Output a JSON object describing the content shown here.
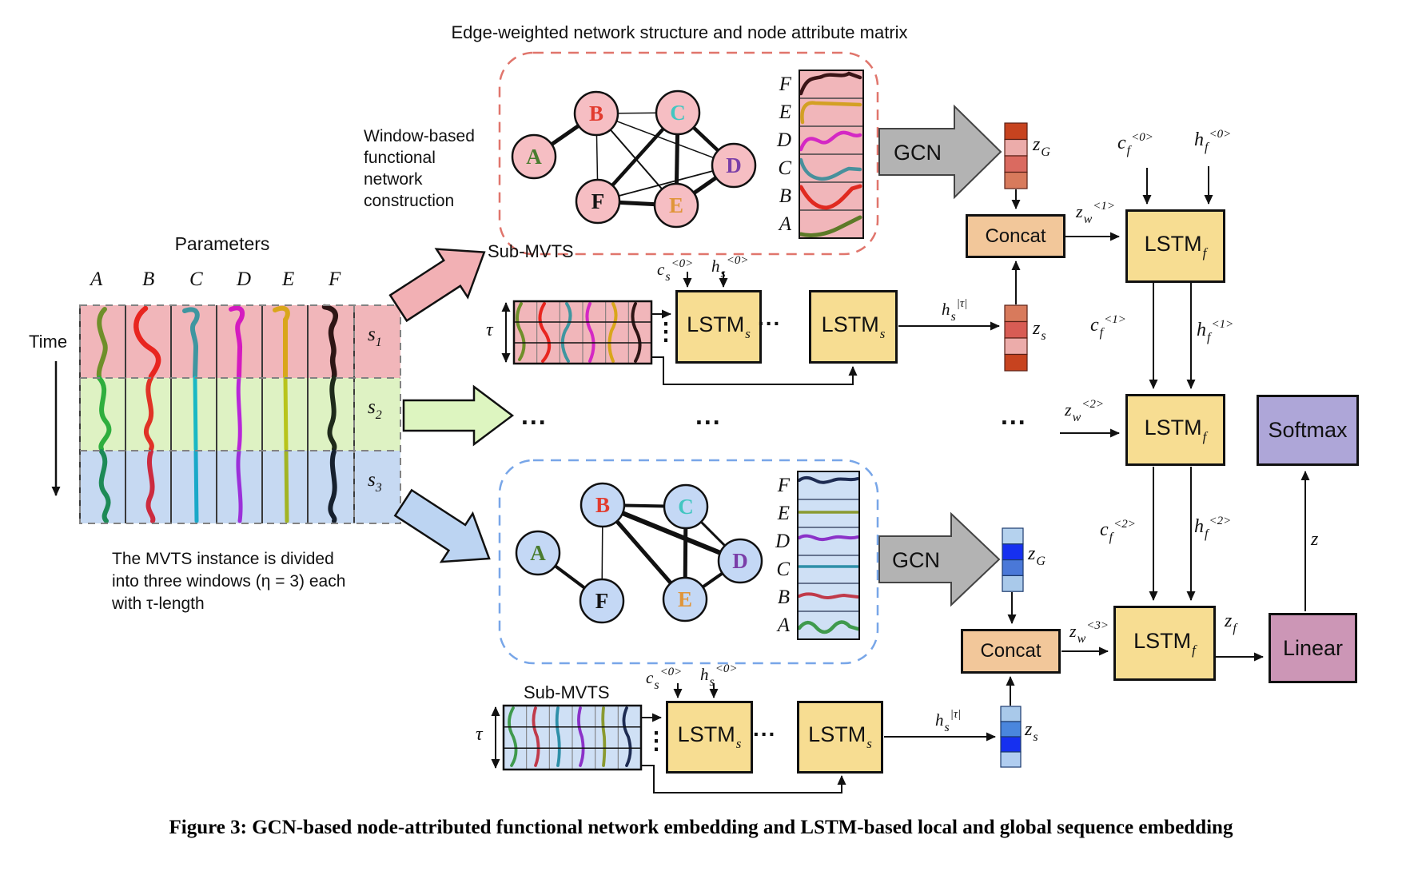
{
  "figure": {
    "caption": "Figure 3: GCN-based node-attributed functional network embedding and LSTM-based local and global sequence embedding"
  },
  "headings": {
    "top_title": "Edge-weighted network structure and node attribute matrix",
    "window_lines": [
      "Window-based",
      "functional",
      "network",
      "construction"
    ],
    "parameters": "Parameters",
    "time": "Time",
    "note_lines": [
      "The MVTS instance is divided",
      "into three windows (η = 3) each",
      "with τ-length"
    ],
    "sub_mvts": "Sub-MVTS",
    "tau": "τ"
  },
  "columns": [
    "A",
    "B",
    "C",
    "D",
    "E",
    "F"
  ],
  "windows": [
    {
      "base": "s",
      "sub": "1"
    },
    {
      "base": "s",
      "sub": "2"
    },
    {
      "base": "s",
      "sub": "3"
    }
  ],
  "nodes": [
    {
      "letter": "A",
      "color": "#4a7c2f"
    },
    {
      "letter": "B",
      "color": "#e23b2e"
    },
    {
      "letter": "C",
      "color": "#43c6c1"
    },
    {
      "letter": "D",
      "color": "#7a3ea8"
    },
    {
      "letter": "E",
      "color": "#e09539"
    },
    {
      "letter": "F",
      "color": "#151515"
    }
  ],
  "matrix_row_labels": [
    "F",
    "E",
    "D",
    "C",
    "B",
    "A"
  ],
  "blocks": {
    "gcn": "GCN",
    "concat": "Concat",
    "lstm": "LSTM",
    "lstm_s_sub": "s",
    "lstm_f_sub": "f",
    "softmax": "Softmax",
    "linear": "Linear"
  },
  "math": {
    "cs0": {
      "base": "c",
      "sub": "s",
      "sup": "<0>"
    },
    "hs0": {
      "base": "h",
      "sub": "s",
      "sup": "<0>"
    },
    "hstau": {
      "base": "h",
      "sub": "s",
      "sup": "|τ|"
    },
    "zs": {
      "base": "z",
      "sub": "s"
    },
    "zG": {
      "base": "z",
      "sub": "G"
    },
    "zw1": {
      "base": "z",
      "sub": "w",
      "sup": "<1>"
    },
    "zw2": {
      "base": "z",
      "sub": "w",
      "sup": "<2>"
    },
    "zw3": {
      "base": "z",
      "sub": "w",
      "sup": "<3>"
    },
    "cf0": {
      "base": "c",
      "sub": "f",
      "sup": "<0>"
    },
    "hf0": {
      "base": "h",
      "sub": "f",
      "sup": "<0>"
    },
    "cf1": {
      "base": "c",
      "sub": "f",
      "sup": "<1>"
    },
    "hf1": {
      "base": "h",
      "sub": "f",
      "sup": "<1>"
    },
    "cf2": {
      "base": "c",
      "sub": "f",
      "sup": "<2>"
    },
    "hf2": {
      "base": "h",
      "sub": "f",
      "sup": "<2>"
    },
    "zf": {
      "base": "z",
      "sub": "f"
    },
    "z": {
      "base": "z"
    },
    "hdots": "...",
    "vdots": "⋮"
  },
  "colors": {
    "window_pink": "#f1b6ba",
    "window_green": "#def2c3",
    "window_blue": "#c6d9f2",
    "node_pink": "#f6bec3",
    "node_blue": "#c4d8f5",
    "lstm_yellow": "#f7dd92",
    "concat_tan": "#f2c79a",
    "softmax_purple": "#aea6d8",
    "linear_mauve": "#cc96b6",
    "gcn_gray": "#b3b3b3",
    "pink_dash": "#e0756c",
    "blue_dash": "#78a6e8",
    "zg_top": [
      "#c7431f",
      "#ecacaa",
      "#da6a60",
      "#d87a5c"
    ],
    "zs_top": [
      "#d87a5c",
      "#d85c54",
      "#ecacaa",
      "#c7431f"
    ],
    "zg_bottom": [
      "#b5d2ee",
      "#1630f0",
      "#4a78d8",
      "#a9c9ea"
    ],
    "zs_bottom": [
      "#a9c9ea",
      "#4a86dd",
      "#1630f0",
      "#b0cdf0"
    ]
  }
}
